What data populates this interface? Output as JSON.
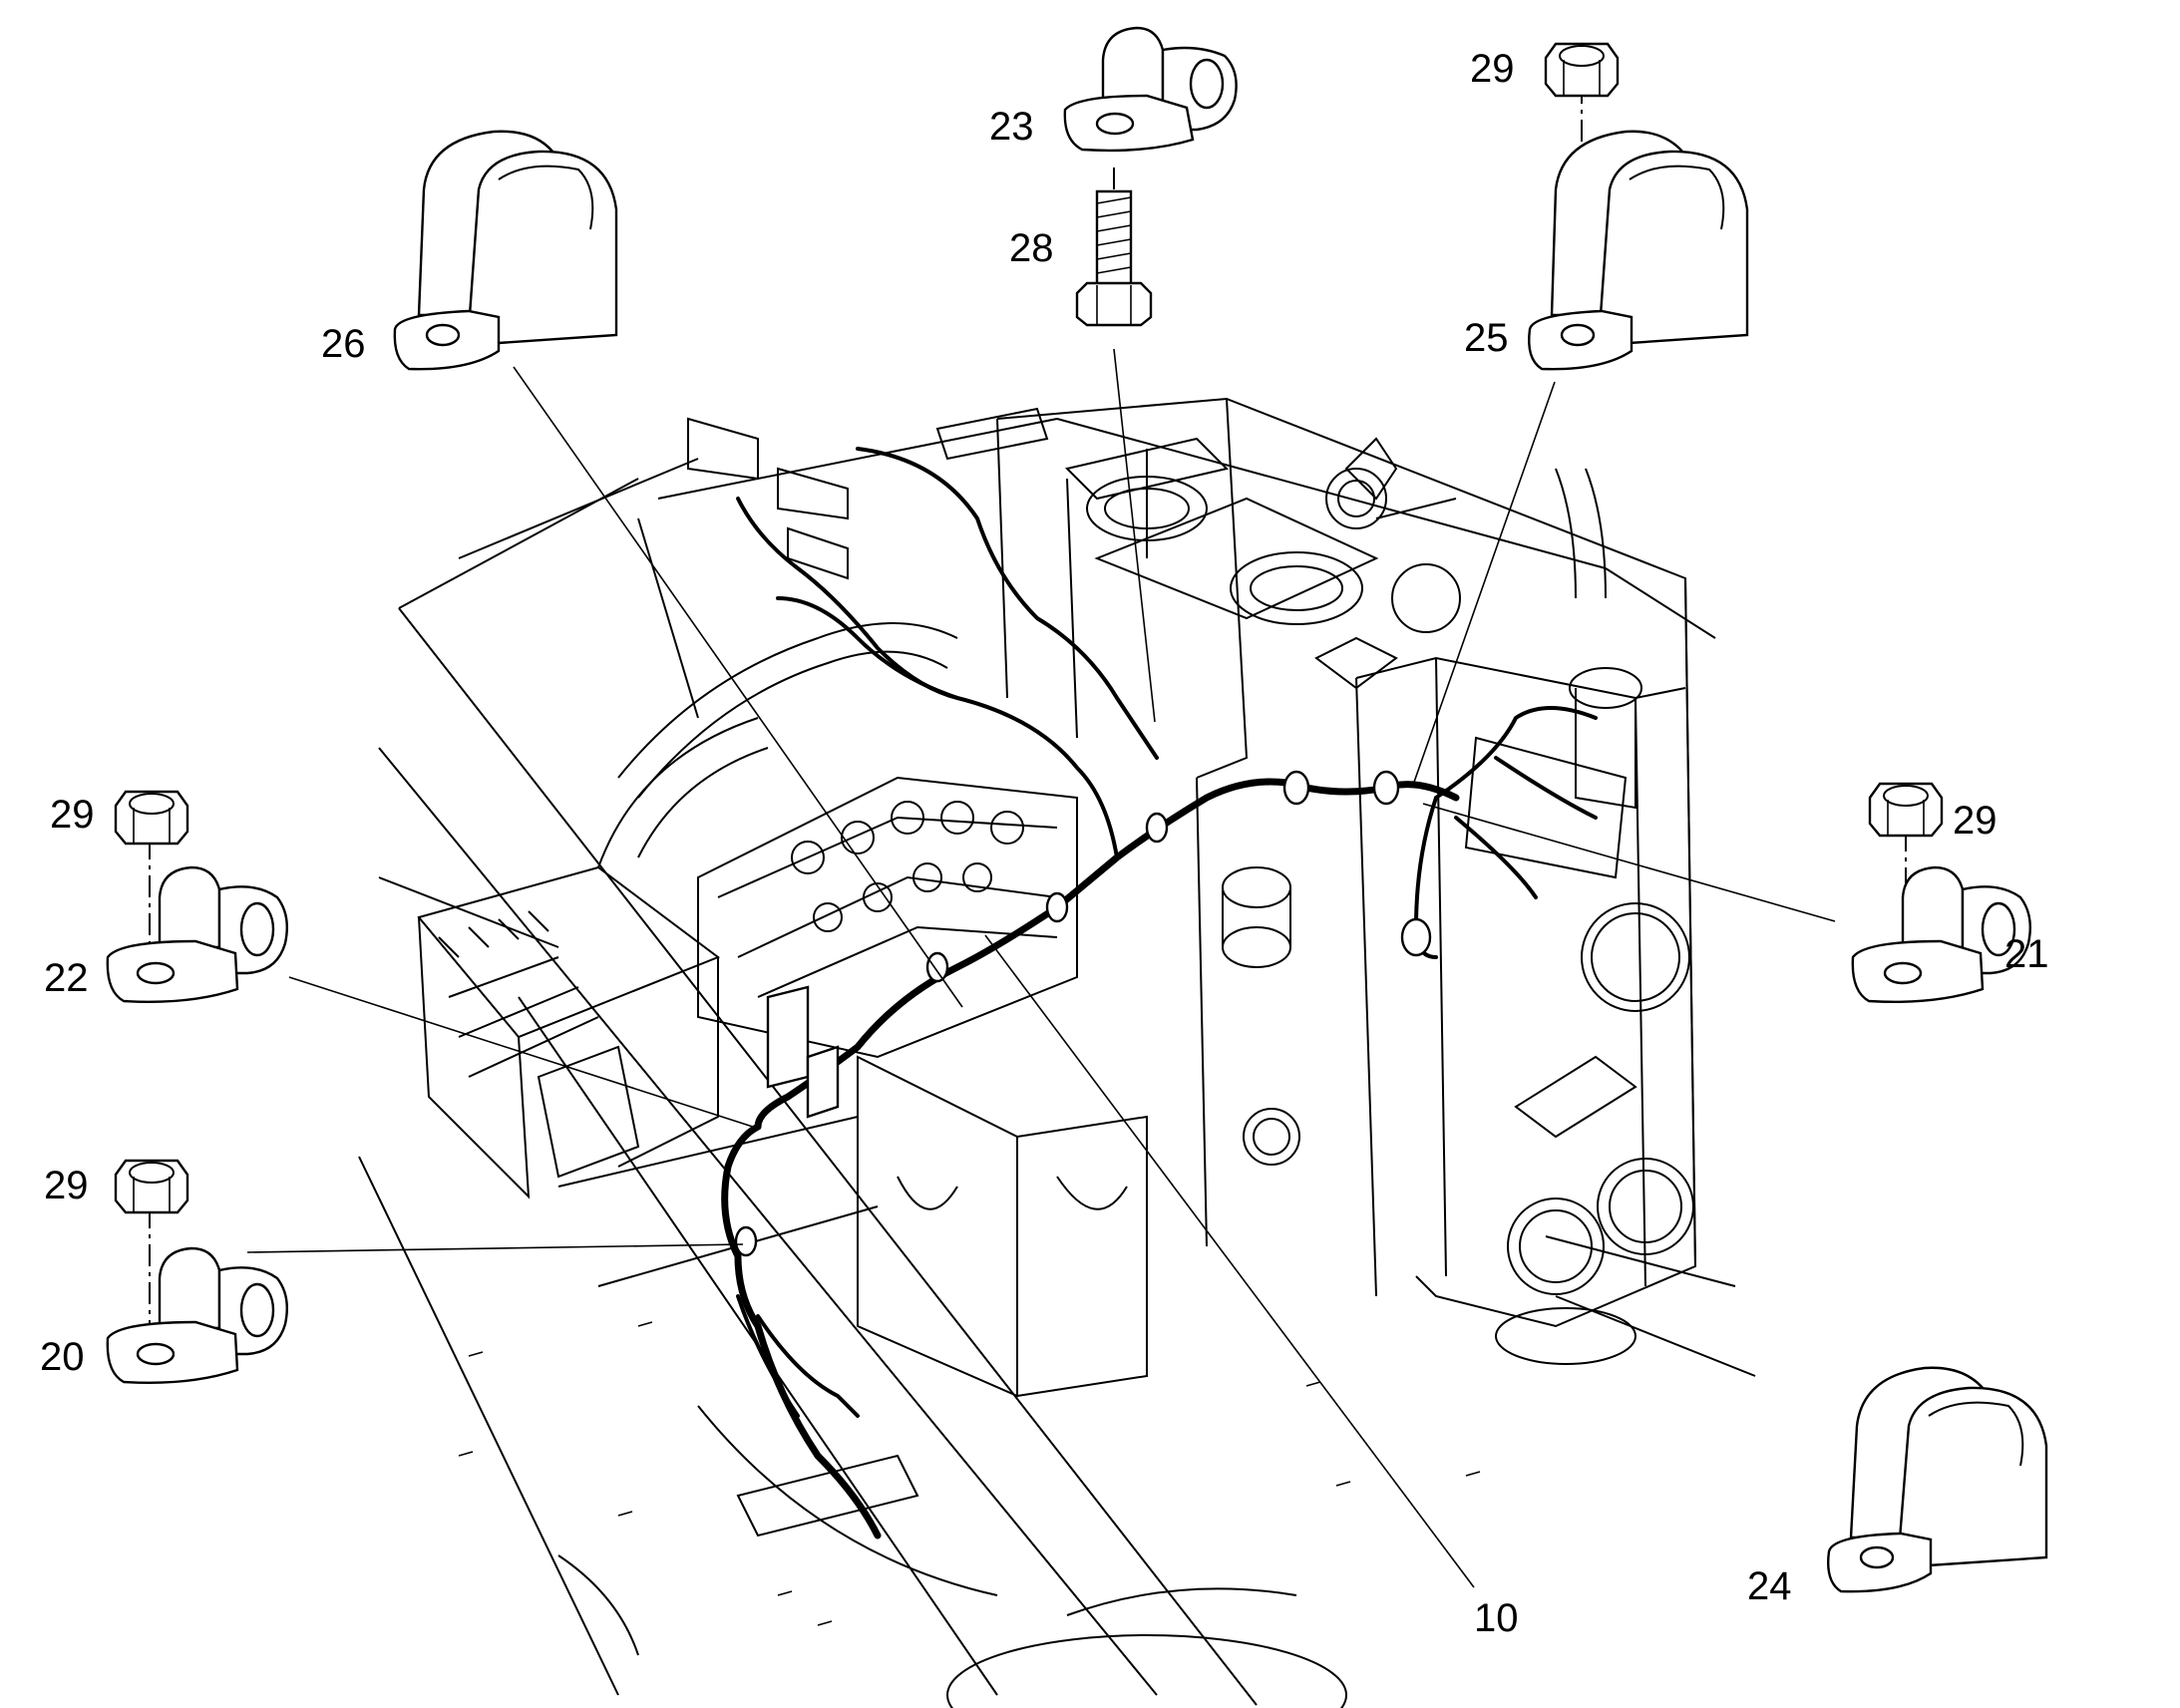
{
  "callouts": {
    "c10": "10",
    "c20": "20",
    "c21": "21",
    "c22": "22",
    "c23": "23",
    "c24": "24",
    "c25": "25",
    "c26": "26",
    "c28": "28",
    "c29_top": "29",
    "c29_left": "29",
    "c29_right": "29",
    "c29_bottom": "29"
  },
  "parts": [
    {
      "ref": "10",
      "kind": "wiring-harness"
    },
    {
      "ref": "20",
      "kind": "p-clamp-small"
    },
    {
      "ref": "21",
      "kind": "p-clamp-small"
    },
    {
      "ref": "22",
      "kind": "p-clamp-small"
    },
    {
      "ref": "23",
      "kind": "p-clamp-small"
    },
    {
      "ref": "24",
      "kind": "p-clamp-large"
    },
    {
      "ref": "25",
      "kind": "p-clamp-large"
    },
    {
      "ref": "26",
      "kind": "p-clamp-large"
    },
    {
      "ref": "28",
      "kind": "hex-bolt"
    },
    {
      "ref": "29",
      "kind": "hex-nut"
    }
  ]
}
